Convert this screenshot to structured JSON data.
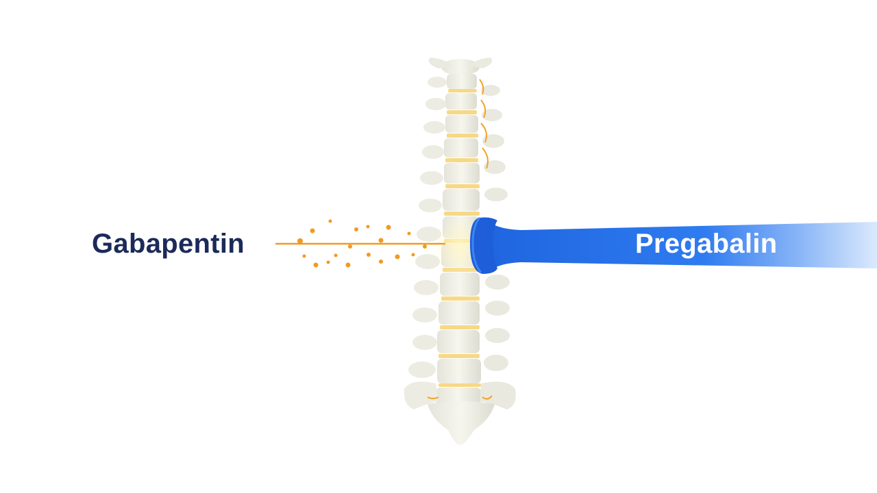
{
  "diagram": {
    "left_label": "Gabapentin",
    "right_label": "Pregabalin",
    "subject": "spine-vertebral-column",
    "colors": {
      "gabapentin_text": "#1c2a5a",
      "gabapentin_accent": "#f29a1f",
      "pregabalin_bar": "#2a74ea",
      "pregabalin_text": "#ffffff",
      "bone": "#efefe6",
      "disc": "#f6c75a"
    }
  }
}
